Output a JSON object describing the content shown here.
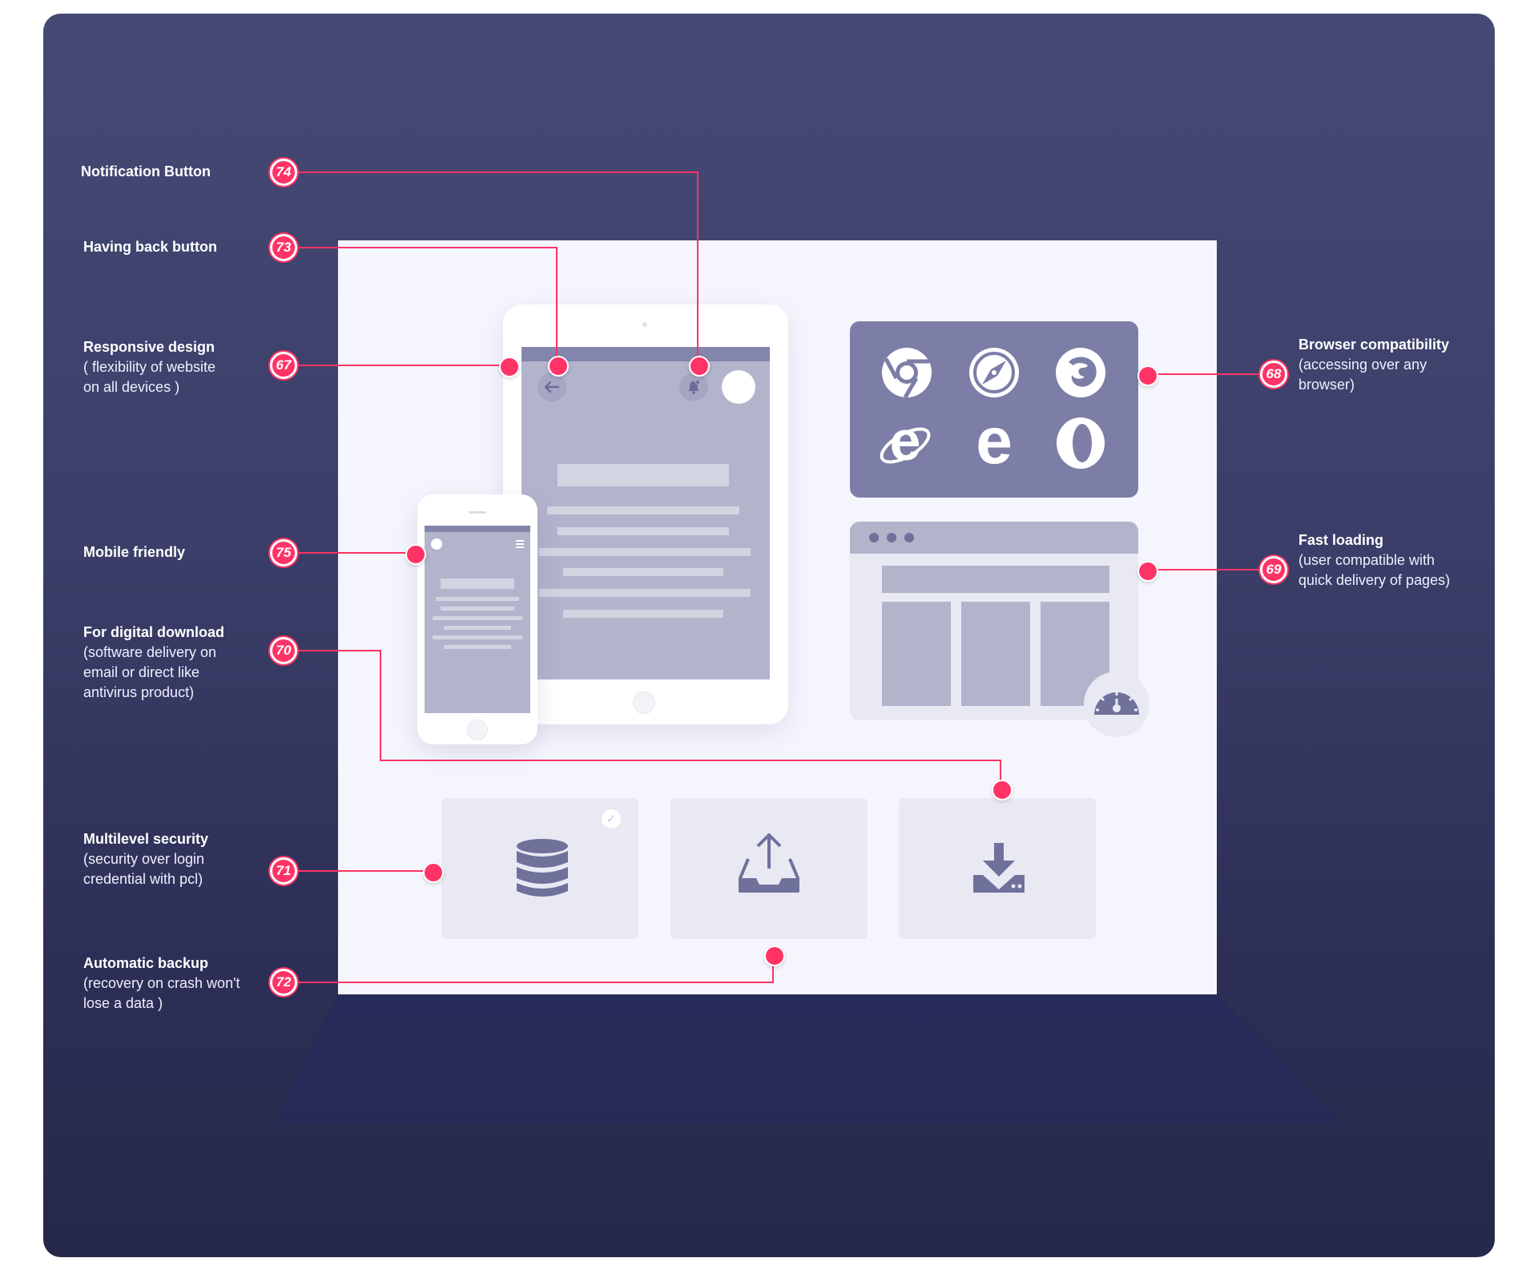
{
  "features": [
    {
      "number": "74",
      "title": "Notification Button",
      "description": ""
    },
    {
      "number": "73",
      "title": "Having back button",
      "description": ""
    },
    {
      "number": "67",
      "title": "Responsive design",
      "description_lines": [
        "( flexibility of website",
        "on all devices )"
      ]
    },
    {
      "number": "75",
      "title": "Mobile friendly",
      "description": ""
    },
    {
      "number": "70",
      "title": "For digital download",
      "description_lines": [
        "(software delivery on",
        "email or direct like",
        "antivirus product)"
      ]
    },
    {
      "number": "71",
      "title": "Multilevel security",
      "description_lines": [
        "(security over login",
        "credential with pcl)"
      ]
    },
    {
      "number": "72",
      "title": "Automatic backup",
      "description_lines": [
        "(recovery on crash won't",
        "lose a data )"
      ]
    },
    {
      "number": "68",
      "title": "Browser compatibility",
      "description_lines": [
        "(accessing over any",
        "browser)"
      ]
    },
    {
      "number": "69",
      "title": "Fast loading",
      "description_lines": [
        "(user compatible with",
        "quick delivery of pages)"
      ]
    }
  ],
  "icons": {
    "browsers": [
      "chrome-icon",
      "safari-icon",
      "firefox-icon",
      "internet-explorer-icon",
      "edge-icon",
      "opera-icon"
    ],
    "cards": [
      "database-icon",
      "upload-tray-icon",
      "download-icon"
    ],
    "gauge": "speedometer-icon"
  },
  "colors": {
    "accent": "#ff3366",
    "background": "#3d4068",
    "canvas": "#f5f5fd",
    "device_grey": "#b2b4cc",
    "browser_panel": "#7c7ea7"
  }
}
